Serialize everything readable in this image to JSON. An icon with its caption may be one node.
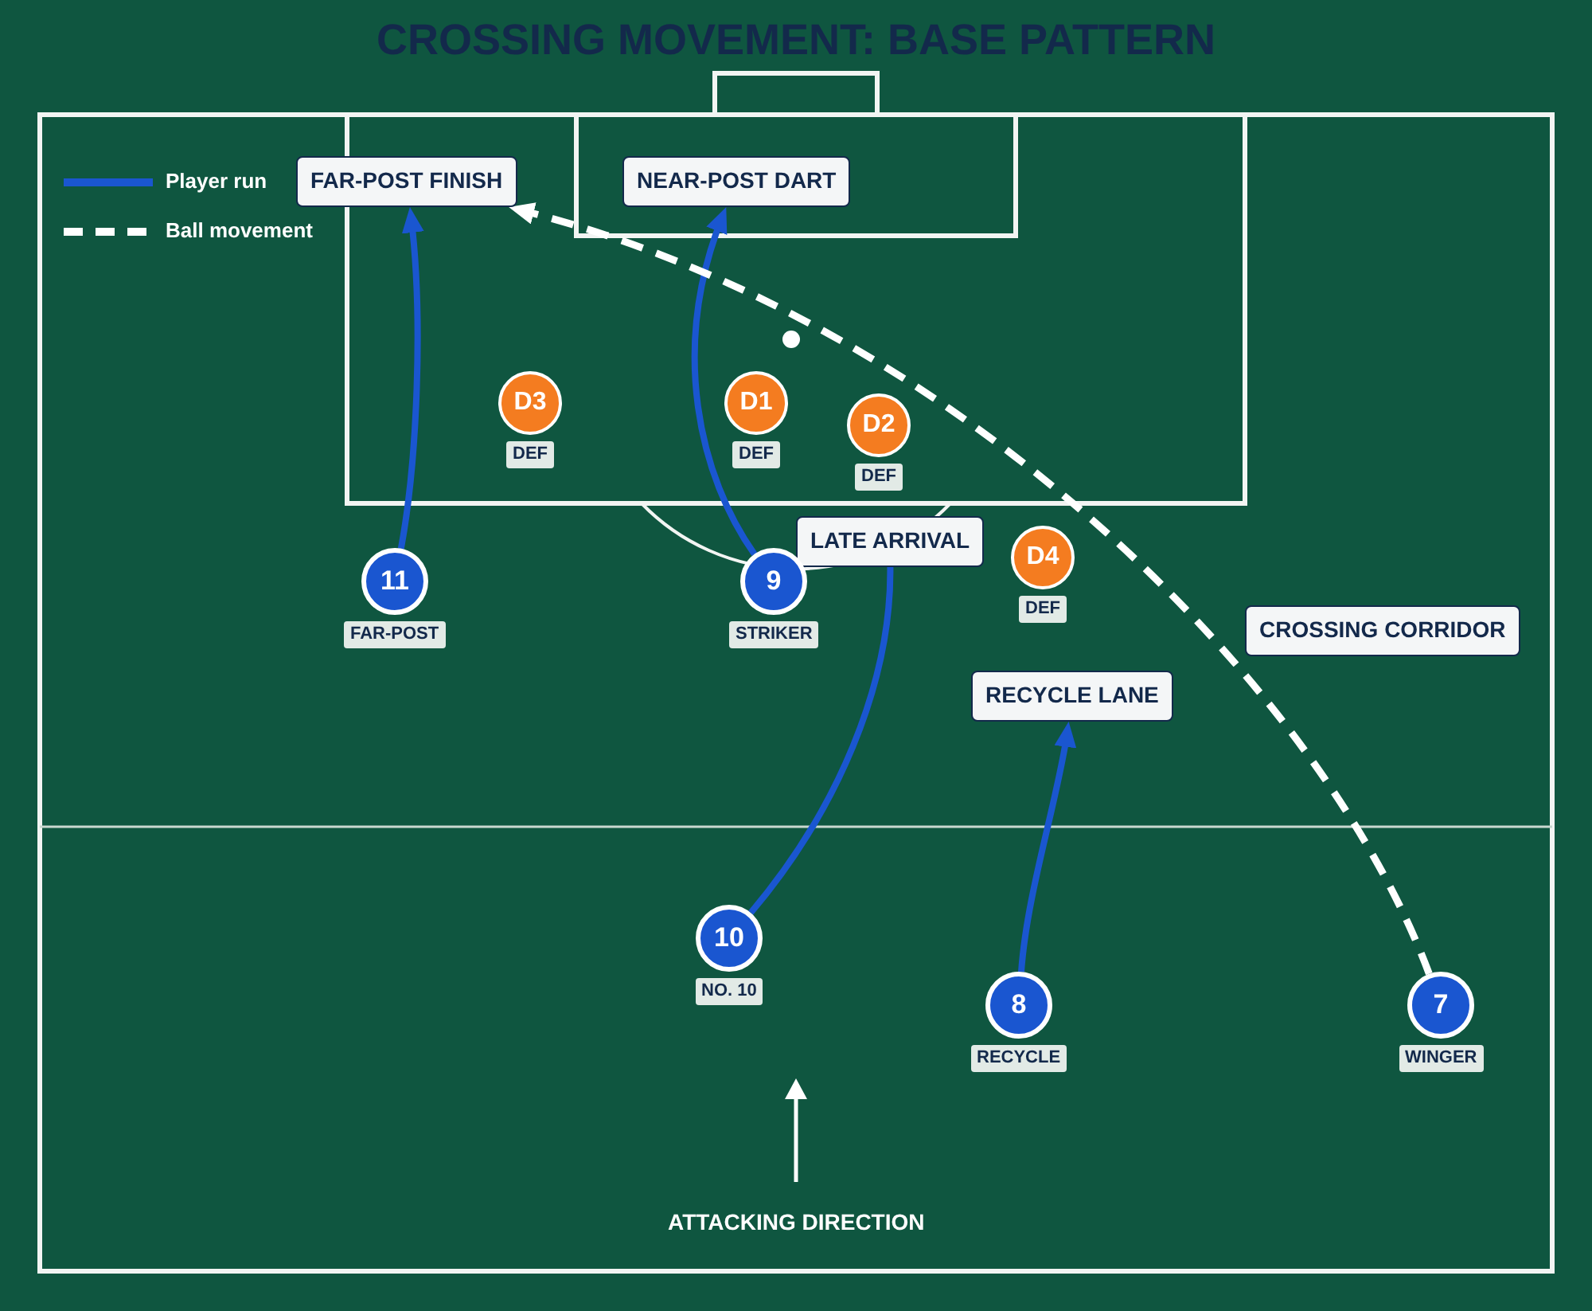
{
  "diagram": {
    "title": "CROSSING MOVEMENT: BASE PATTERN",
    "nodes": [
      {
        "text": [
          "FAR-POST FINISH"
        ]
      },
      {
        "text": [
          "NEAR-POST DART"
        ]
      },
      {
        "text": [
          "D3"
        ],
        "beside": [
          "DEF"
        ]
      },
      {
        "text": [
          "D1"
        ],
        "beside": [
          "DEF"
        ]
      },
      {
        "text": [
          "D2"
        ],
        "beside": [
          "DEF"
        ]
      },
      {
        "text": [
          "LATE ARRIVAL"
        ]
      },
      {
        "text": [
          "D4"
        ],
        "beside": [
          "DEF"
        ]
      },
      {
        "text": [
          "11"
        ],
        "beside": [
          "FAR-POST"
        ]
      },
      {
        "text": [
          "9"
        ],
        "beside": [
          "STRIKER"
        ]
      },
      {
        "text": [
          "CROSSING CORRIDOR"
        ]
      },
      {
        "text": [
          "RECYCLE LANE"
        ]
      },
      {
        "text": [
          "10"
        ],
        "beside": [
          "NO. 10"
        ]
      },
      {
        "text": [
          "8"
        ],
        "beside": [
          "RECYCLE"
        ]
      },
      {
        "text": [
          "7"
        ],
        "beside": [
          "WINGER"
        ]
      }
    ],
    "edges": [
      {
        "from": 7,
        "to": 0,
        "arrow": "to"
      },
      {
        "from": 8,
        "to": 1,
        "arrow": "to"
      },
      {
        "from": 11,
        "to": 5,
        "arrow": "none"
      },
      {
        "from": 12,
        "to": 10,
        "arrow": "to"
      },
      {
        "from": 13,
        "to": 0,
        "arrow": "to",
        "style": "dashed",
        "color": "#ffffff"
      }
    ],
    "labels": [
      "ATTACKING DIRECTION"
    ],
    "legend": [
      {
        "text": "Player run"
      },
      {
        "text": "Ball movement"
      }
    ]
  }
}
